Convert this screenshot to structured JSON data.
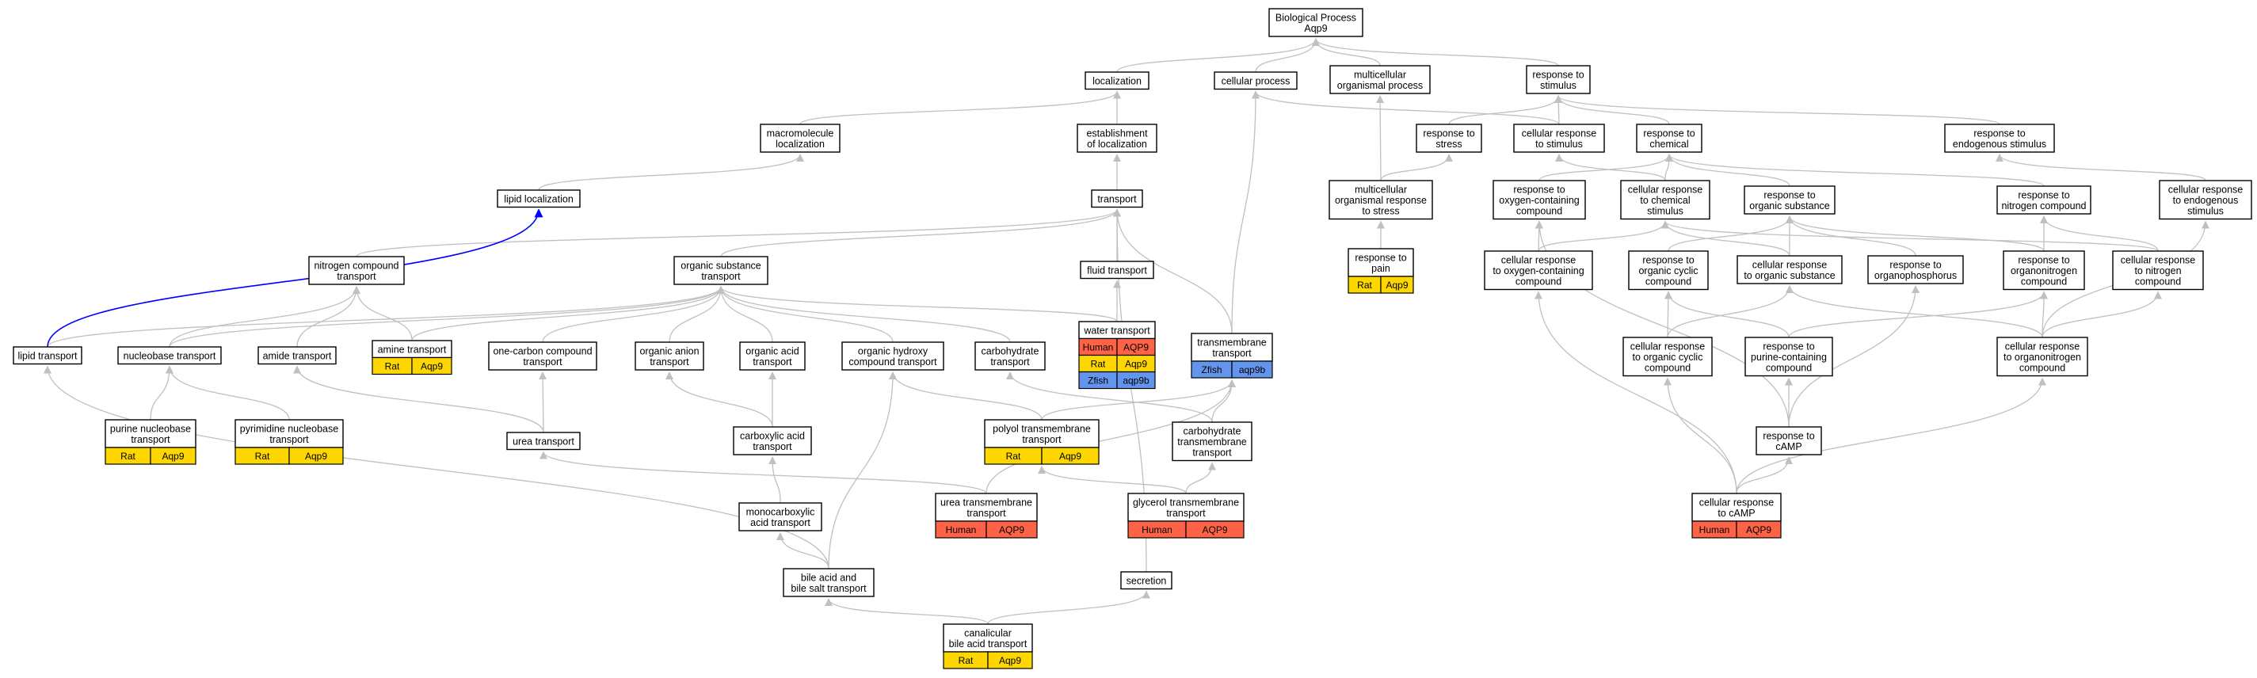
{
  "colors": {
    "human": "#ff6347",
    "rat": "#ffd700",
    "zfish": "#6495ed",
    "edge": "#c0c0c0",
    "highlight_edge": "#0000ff"
  },
  "nodes": [
    {
      "id": "bp",
      "lines": [
        "Biological Process",
        "Aqp9"
      ]
    },
    {
      "id": "localization",
      "lines": [
        "localization"
      ]
    },
    {
      "id": "cellular_process",
      "lines": [
        "cellular process"
      ]
    },
    {
      "id": "multicellular_process",
      "lines": [
        "multicellular",
        "organismal process"
      ]
    },
    {
      "id": "response_stimulus",
      "lines": [
        "response to",
        "stimulus"
      ]
    },
    {
      "id": "macromolecule_localization",
      "lines": [
        "macromolecule",
        "localization"
      ]
    },
    {
      "id": "establishment_localization",
      "lines": [
        "establishment",
        "of localization"
      ]
    },
    {
      "id": "response_stress",
      "lines": [
        "response to",
        "stress"
      ]
    },
    {
      "id": "cellular_response_stimulus",
      "lines": [
        "cellular response",
        "to stimulus"
      ]
    },
    {
      "id": "response_chemical",
      "lines": [
        "response to",
        "chemical"
      ]
    },
    {
      "id": "response_endogenous",
      "lines": [
        "response to",
        "endogenous stimulus"
      ]
    },
    {
      "id": "lipid_localization",
      "lines": [
        "lipid localization"
      ]
    },
    {
      "id": "transport",
      "lines": [
        "transport"
      ]
    },
    {
      "id": "multicellular_stress",
      "lines": [
        "multicellular",
        "organismal response",
        "to stress"
      ]
    },
    {
      "id": "response_oxygen",
      "lines": [
        "response to",
        "oxygen-containing",
        "compound"
      ]
    },
    {
      "id": "cellular_response_chemical",
      "lines": [
        "cellular response",
        "to chemical",
        "stimulus"
      ]
    },
    {
      "id": "response_organic",
      "lines": [
        "response to",
        "organic substance"
      ]
    },
    {
      "id": "response_nitrogen",
      "lines": [
        "response to",
        "nitrogen compound"
      ]
    },
    {
      "id": "cellular_response_endogenous",
      "lines": [
        "cellular response",
        "to endogenous",
        "stimulus"
      ]
    },
    {
      "id": "nitrogen_transport",
      "lines": [
        "nitrogen compound",
        "transport"
      ]
    },
    {
      "id": "organic_substance_transport",
      "lines": [
        "organic substance",
        "transport"
      ]
    },
    {
      "id": "fluid_transport",
      "lines": [
        "fluid transport"
      ]
    },
    {
      "id": "response_pain",
      "lines": [
        "response to",
        "pain"
      ],
      "genes": [
        {
          "species": "Rat",
          "gene": "Aqp9"
        }
      ]
    },
    {
      "id": "cellular_response_oxygen",
      "lines": [
        "cellular response",
        "to oxygen-containing",
        "compound"
      ]
    },
    {
      "id": "response_organic_cyclic",
      "lines": [
        "response to",
        "organic cyclic",
        "compound"
      ]
    },
    {
      "id": "cellular_response_organic",
      "lines": [
        "cellular response",
        "to organic substance"
      ]
    },
    {
      "id": "response_organophosphorus",
      "lines": [
        "response to",
        "organophosphorus"
      ]
    },
    {
      "id": "response_organonitrogen",
      "lines": [
        "response to",
        "organonitrogen",
        "compound"
      ]
    },
    {
      "id": "cellular_response_nitrogen",
      "lines": [
        "cellular response",
        "to nitrogen",
        "compound"
      ]
    },
    {
      "id": "lipid_transport",
      "lines": [
        "lipid transport"
      ]
    },
    {
      "id": "nucleobase_transport",
      "lines": [
        "nucleobase transport"
      ]
    },
    {
      "id": "amide_transport",
      "lines": [
        "amide transport"
      ]
    },
    {
      "id": "amine_transport",
      "lines": [
        "amine transport"
      ],
      "genes": [
        {
          "species": "Rat",
          "gene": "Aqp9"
        }
      ]
    },
    {
      "id": "one_carbon_transport",
      "lines": [
        "one-carbon compound",
        "transport"
      ]
    },
    {
      "id": "organic_anion_transport",
      "lines": [
        "organic anion",
        "transport"
      ]
    },
    {
      "id": "organic_acid_transport",
      "lines": [
        "organic acid",
        "transport"
      ]
    },
    {
      "id": "organic_hydroxy_transport",
      "lines": [
        "organic hydroxy",
        "compound transport"
      ]
    },
    {
      "id": "carbohydrate_transport",
      "lines": [
        "carbohydrate",
        "transport"
      ]
    },
    {
      "id": "water_transport",
      "lines": [
        "water transport"
      ],
      "genes": [
        {
          "species": "Human",
          "gene": "AQP9"
        },
        {
          "species": "Rat",
          "gene": "Aqp9"
        },
        {
          "species": "Zfish",
          "gene": "aqp9b"
        }
      ]
    },
    {
      "id": "transmembrane_transport",
      "lines": [
        "transmembrane",
        "transport"
      ],
      "genes": [
        {
          "species": "Zfish",
          "gene": "aqp9b"
        }
      ]
    },
    {
      "id": "cellular_response_organic_cyclic",
      "lines": [
        "cellular response",
        "to organic cyclic",
        "compound"
      ]
    },
    {
      "id": "response_purine",
      "lines": [
        "response to",
        "purine-containing",
        "compound"
      ]
    },
    {
      "id": "cellular_response_organonitrogen",
      "lines": [
        "cellular response",
        "to organonitrogen",
        "compound"
      ]
    },
    {
      "id": "purine_nucleobase_transport",
      "lines": [
        "purine nucleobase",
        "transport"
      ],
      "genes": [
        {
          "species": "Rat",
          "gene": "Aqp9"
        }
      ]
    },
    {
      "id": "pyrimidine_nucleobase_transport",
      "lines": [
        "pyrimidine nucleobase",
        "transport"
      ],
      "genes": [
        {
          "species": "Rat",
          "gene": "Aqp9"
        }
      ]
    },
    {
      "id": "urea_transport",
      "lines": [
        "urea transport"
      ]
    },
    {
      "id": "carboxylic_acid_transport",
      "lines": [
        "carboxylic acid",
        "transport"
      ]
    },
    {
      "id": "polyol_transport",
      "lines": [
        "polyol transmembrane",
        "transport"
      ],
      "genes": [
        {
          "species": "Rat",
          "gene": "Aqp9"
        }
      ]
    },
    {
      "id": "carbohydrate_tm_transport",
      "lines": [
        "carbohydrate",
        "transmembrane",
        "transport"
      ]
    },
    {
      "id": "response_camp",
      "lines": [
        "response to",
        "cAMP"
      ]
    },
    {
      "id": "monocarboxylic_transport",
      "lines": [
        "monocarboxylic",
        "acid transport"
      ]
    },
    {
      "id": "urea_tm_transport",
      "lines": [
        "urea transmembrane",
        "transport"
      ],
      "genes": [
        {
          "species": "Human",
          "gene": "AQP9"
        }
      ]
    },
    {
      "id": "glycerol_tm_transport",
      "lines": [
        "glycerol transmembrane",
        "transport"
      ],
      "genes": [
        {
          "species": "Human",
          "gene": "AQP9"
        }
      ]
    },
    {
      "id": "cellular_response_camp",
      "lines": [
        "cellular response",
        "to cAMP"
      ],
      "genes": [
        {
          "species": "Human",
          "gene": "AQP9"
        }
      ]
    },
    {
      "id": "bile_acid_transport",
      "lines": [
        "bile acid and",
        "bile salt transport"
      ]
    },
    {
      "id": "secretion",
      "lines": [
        "secretion"
      ]
    },
    {
      "id": "canalicular_transport",
      "lines": [
        "canalicular",
        "bile acid transport"
      ],
      "genes": [
        {
          "species": "Rat",
          "gene": "Aqp9"
        }
      ]
    }
  ],
  "edges": [
    [
      "localization",
      "bp"
    ],
    [
      "cellular_process",
      "bp"
    ],
    [
      "multicellular_process",
      "bp"
    ],
    [
      "response_stimulus",
      "bp"
    ],
    [
      "macromolecule_localization",
      "localization"
    ],
    [
      "establishment_localization",
      "localization"
    ],
    [
      "response_stress",
      "response_stimulus"
    ],
    [
      "cellular_response_stimulus",
      "response_stimulus"
    ],
    [
      "cellular_response_stimulus",
      "cellular_process"
    ],
    [
      "response_chemical",
      "response_stimulus"
    ],
    [
      "response_endogenous",
      "response_stimulus"
    ],
    [
      "lipid_localization",
      "macromolecule_localization"
    ],
    [
      "transport",
      "establishment_localization"
    ],
    [
      "multicellular_stress",
      "multicellular_process"
    ],
    [
      "multicellular_stress",
      "response_stress"
    ],
    [
      "response_oxygen",
      "response_chemical"
    ],
    [
      "cellular_response_chemical",
      "cellular_response_stimulus"
    ],
    [
      "cellular_response_chemical",
      "response_chemical"
    ],
    [
      "response_organic",
      "response_chemical"
    ],
    [
      "response_nitrogen",
      "response_chemical"
    ],
    [
      "cellular_response_endogenous",
      "response_endogenous"
    ],
    [
      "nitrogen_transport",
      "transport"
    ],
    [
      "organic_substance_transport",
      "transport"
    ],
    [
      "fluid_transport",
      "transport"
    ],
    [
      "response_pain",
      "multicellular_stress"
    ],
    [
      "cellular_response_oxygen",
      "response_oxygen"
    ],
    [
      "cellular_response_oxygen",
      "cellular_response_chemical"
    ],
    [
      "response_organic_cyclic",
      "response_organic"
    ],
    [
      "cellular_response_organic",
      "response_organic"
    ],
    [
      "cellular_response_organic",
      "cellular_response_chemical"
    ],
    [
      "response_organophosphorus",
      "response_organic"
    ],
    [
      "response_organonitrogen",
      "response_organic"
    ],
    [
      "response_organonitrogen",
      "response_nitrogen"
    ],
    [
      "cellular_response_nitrogen",
      "response_nitrogen"
    ],
    [
      "cellular_response_nitrogen",
      "cellular_response_chemical"
    ],
    [
      "lipid_transport",
      "organic_substance_transport"
    ],
    [
      "nucleobase_transport",
      "nitrogen_transport"
    ],
    [
      "nucleobase_transport",
      "organic_substance_transport"
    ],
    [
      "amide_transport",
      "nitrogen_transport"
    ],
    [
      "amine_transport",
      "nitrogen_transport"
    ],
    [
      "amine_transport",
      "organic_substance_transport"
    ],
    [
      "one_carbon_transport",
      "organic_substance_transport"
    ],
    [
      "organic_anion_transport",
      "organic_substance_transport"
    ],
    [
      "organic_acid_transport",
      "organic_substance_transport"
    ],
    [
      "organic_hydroxy_transport",
      "organic_substance_transport"
    ],
    [
      "carbohydrate_transport",
      "organic_substance_transport"
    ],
    [
      "water_transport",
      "fluid_transport"
    ],
    [
      "water_transport",
      "organic_substance_transport"
    ],
    [
      "transmembrane_transport",
      "transport"
    ],
    [
      "transmembrane_transport",
      "cellular_process"
    ],
    [
      "cellular_response_organic_cyclic",
      "response_organic_cyclic"
    ],
    [
      "cellular_response_organic_cyclic",
      "cellular_response_organic"
    ],
    [
      "response_purine",
      "response_organonitrogen"
    ],
    [
      "response_purine",
      "response_organic_cyclic"
    ],
    [
      "cellular_response_organonitrogen",
      "response_organonitrogen"
    ],
    [
      "cellular_response_organonitrogen",
      "cellular_response_nitrogen"
    ],
    [
      "cellular_response_organonitrogen",
      "cellular_response_organic"
    ],
    [
      "cellular_response_organonitrogen",
      "cellular_response_endogenous"
    ],
    [
      "purine_nucleobase_transport",
      "nucleobase_transport"
    ],
    [
      "pyrimidine_nucleobase_transport",
      "nucleobase_transport"
    ],
    [
      "urea_transport",
      "amide_transport"
    ],
    [
      "urea_transport",
      "one_carbon_transport"
    ],
    [
      "carboxylic_acid_transport",
      "organic_anion_transport"
    ],
    [
      "carboxylic_acid_transport",
      "organic_acid_transport"
    ],
    [
      "polyol_transport",
      "organic_hydroxy_transport"
    ],
    [
      "polyol_transport",
      "transmembrane_transport"
    ],
    [
      "carbohydrate_tm_transport",
      "carbohydrate_transport"
    ],
    [
      "carbohydrate_tm_transport",
      "transmembrane_transport"
    ],
    [
      "response_camp",
      "response_purine"
    ],
    [
      "response_camp",
      "response_organophosphorus"
    ],
    [
      "response_camp",
      "response_oxygen"
    ],
    [
      "monocarboxylic_transport",
      "carboxylic_acid_transport"
    ],
    [
      "urea_tm_transport",
      "urea_transport"
    ],
    [
      "urea_tm_transport",
      "transmembrane_transport"
    ],
    [
      "glycerol_tm_transport",
      "polyol_transport"
    ],
    [
      "glycerol_tm_transport",
      "carbohydrate_tm_transport"
    ],
    [
      "cellular_response_camp",
      "response_camp"
    ],
    [
      "cellular_response_camp",
      "cellular_response_organic_cyclic"
    ],
    [
      "cellular_response_camp",
      "cellular_response_oxygen"
    ],
    [
      "cellular_response_camp",
      "cellular_response_organonitrogen"
    ],
    [
      "bile_acid_transport",
      "monocarboxylic_transport"
    ],
    [
      "bile_acid_transport",
      "organic_hydroxy_transport"
    ],
    [
      "bile_acid_transport",
      "lipid_transport"
    ],
    [
      "secretion",
      "transport"
    ],
    [
      "canalicular_transport",
      "bile_acid_transport"
    ],
    [
      "canalicular_transport",
      "secretion"
    ]
  ],
  "highlighted_edges": [
    [
      "lipid_transport",
      "lipid_localization"
    ]
  ]
}
